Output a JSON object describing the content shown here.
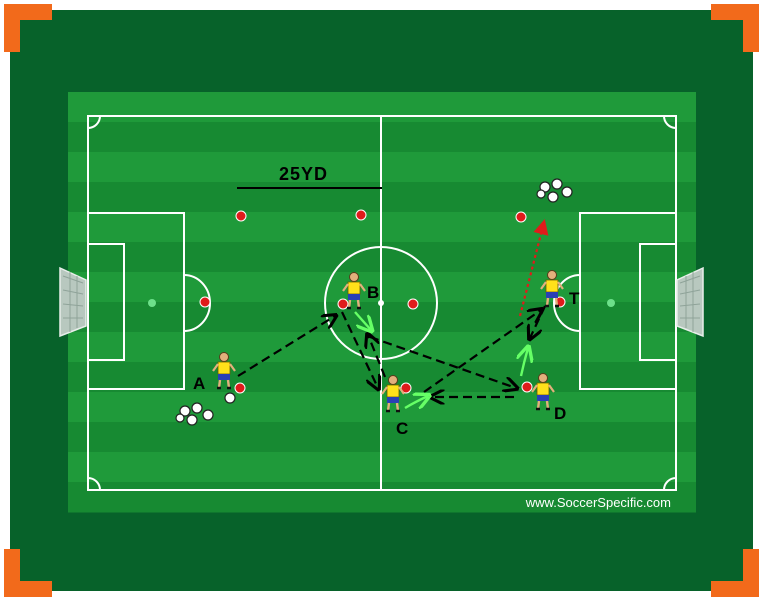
{
  "diagram": {
    "distance_label": "25YD",
    "watermark": "www.SoccerSpecific.com",
    "players": [
      {
        "id": "A",
        "label": "A"
      },
      {
        "id": "B",
        "label": "B"
      },
      {
        "id": "C",
        "label": "C"
      },
      {
        "id": "D",
        "label": "D"
      },
      {
        "id": "T",
        "label": "T"
      }
    ],
    "colors": {
      "outer_field": "#07622a",
      "pitch_light": "#1f9a3a",
      "pitch_dark": "#178a32",
      "lines": "#ffffff",
      "corner_marker": "#f26a1b",
      "pass_arrow": "#000000",
      "run_arrow": "#66ff66",
      "shot_arrow": "#e01b1b",
      "cone": "#e01b1b",
      "player_shirt": "#ffe11a",
      "player_shorts": "#2a3fb5"
    },
    "icons": [
      "ball-bag-icon",
      "cone-icon",
      "goal-icon",
      "player-icon",
      "corner-marker-icon"
    ]
  }
}
